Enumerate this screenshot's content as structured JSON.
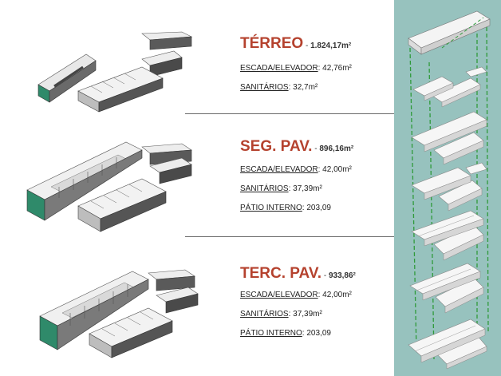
{
  "floors": [
    {
      "name": "TÉRREO",
      "area": "1.824,17m²",
      "rows": [
        {
          "label": "ESCADA/ELEVADOR",
          "value": ": 42,76m²"
        },
        {
          "label": "SANITÁRIOS",
          "value": ": 32,7m²"
        }
      ]
    },
    {
      "name": "SEG. PAV.",
      "area": "896,16m²",
      "rows": [
        {
          "label": "ESCADA/ELEVADOR",
          "value": ": 42,00m²"
        },
        {
          "label": "SANITÁRIOS",
          "value": ": 37,39m²"
        },
        {
          "label": "PÁTIO INTERNO",
          "value": ": 203,09"
        }
      ]
    },
    {
      "name": "TERC. PAV.",
      "area": "933,86²",
      "rows": [
        {
          "label": "ESCADA/ELEVADOR",
          "value": ": 42,00m²"
        },
        {
          "label": "SANITÁRIOS",
          "value": ": 37,39m²"
        },
        {
          "label": "PÁTIO INTERNO",
          "value": ": 203,09"
        }
      ]
    }
  ],
  "colors": {
    "title": "#b5422e",
    "panel": "#97c2be",
    "accent_green": "#2f8a6a",
    "guide_green": "#2f9a3a"
  }
}
